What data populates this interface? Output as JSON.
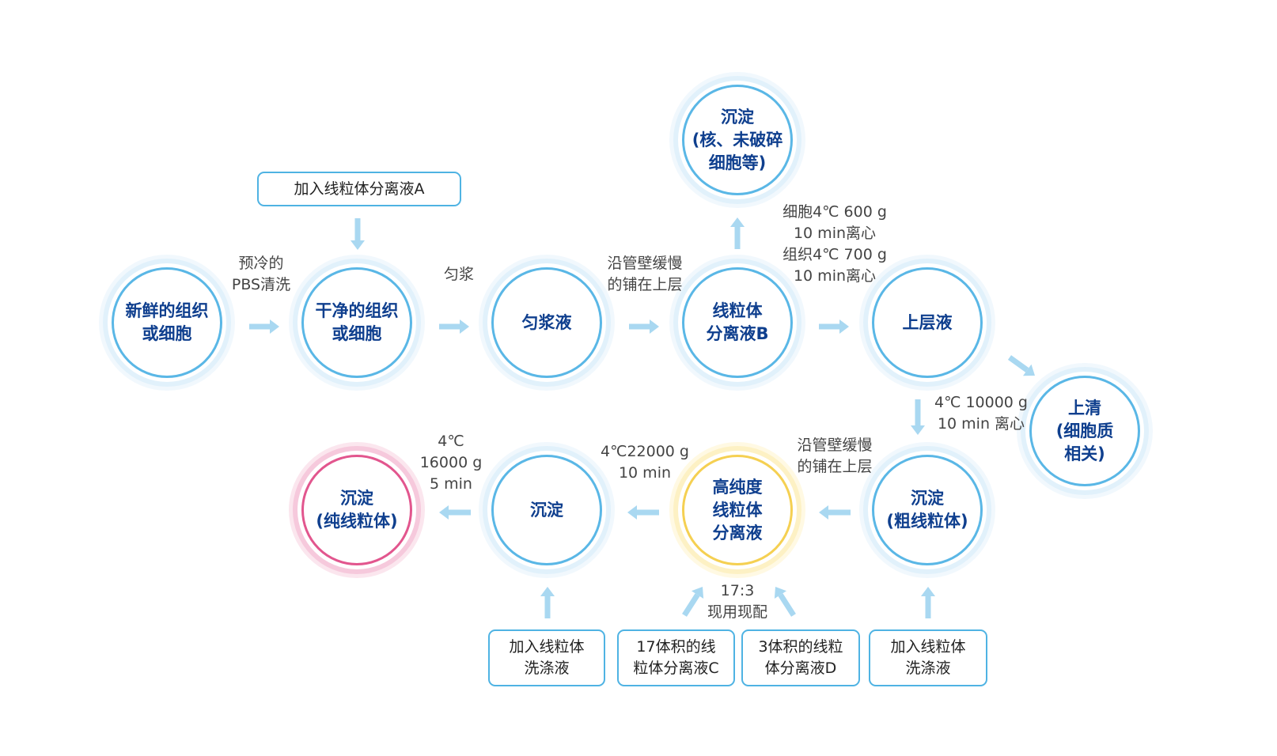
{
  "colors": {
    "node_border_blue": "#5ab7e6",
    "node_border_gold": "#f5d052",
    "node_border_pink": "#e2568e",
    "node_text": "#0f3f8e",
    "box_border": "#4fb3e3",
    "arrow": "#a9d8f1"
  },
  "nodes": {
    "fresh_tissue": "新鲜的组织\n或细胞",
    "clean_tissue": "干净的组织\n或细胞",
    "homogenate": "匀浆液",
    "separation_b": "线粒体\n分离液B",
    "supernatant_upper": "上层液",
    "pellet_nuclei": "沉淀\n(核、未破碎\n细胞等)",
    "supernatant_cyto": "上清\n(细胞质\n相关)",
    "pellet_crude": "沉淀\n(粗线粒体)",
    "high_purity": "高纯度\n线粒体\n分离液",
    "pellet": "沉淀",
    "pellet_pure": "沉淀\n(纯线粒体)"
  },
  "boxes": {
    "add_solution_a": "加入线粒体分离液A",
    "wash_1": "加入线粒体\n洗涤液",
    "solution_c": "17体积的线\n粒体分离液C",
    "solution_d": "3体积的线粒\n体分离液D",
    "wash_2": "加入线粒体\n洗涤液"
  },
  "notes": {
    "prechilled_pbs": "预冷的\nPBS清洗",
    "homogenize": "匀浆",
    "layer_on_top_1": "沿管壁缓慢\n的铺在上层",
    "centrifuge_600": "细胞4℃ 600 g\n10 min离心\n组织4℃ 700 g\n10 min离心",
    "centrifuge_10000": "4℃ 10000 g\n10 min 离心",
    "layer_on_top_2": "沿管壁缓慢\n的铺在上层",
    "centrifuge_22000": "4℃22000 g\n10 min",
    "centrifuge_16000": "4℃\n16000 g\n5 min",
    "ratio": "17:3\n现用现配"
  }
}
